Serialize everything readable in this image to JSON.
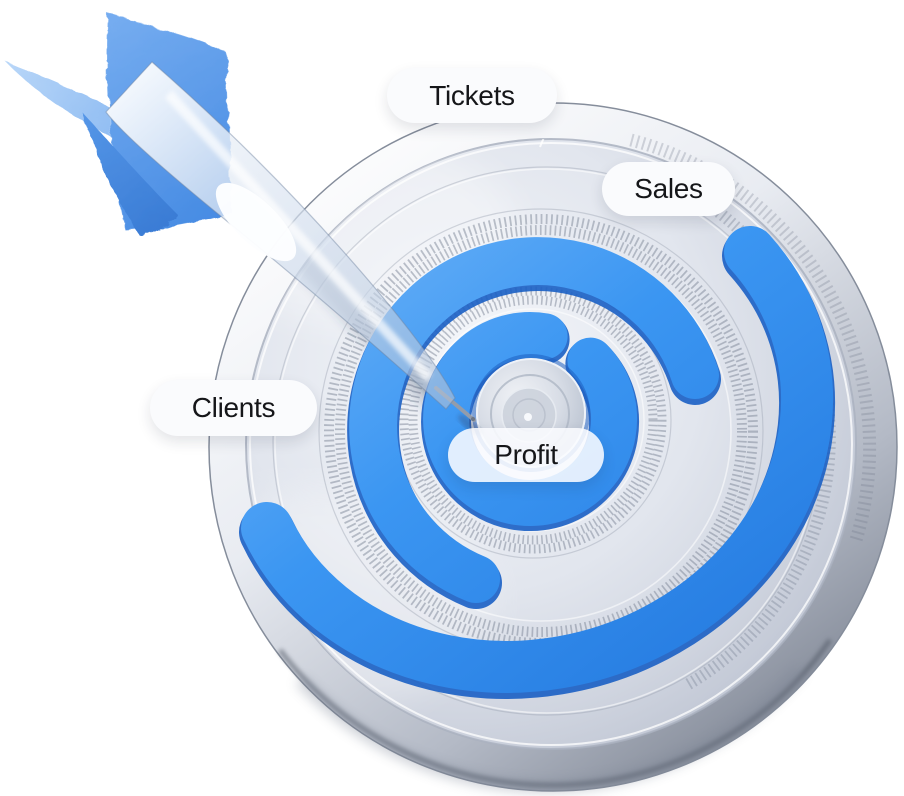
{
  "illustration": {
    "type": "3d-dartboard-target-with-dart",
    "labels": {
      "tickets": "Tickets",
      "sales": "Sales",
      "clients": "Clients",
      "profit": "Profit"
    }
  },
  "colors": {
    "accent_blue": "#3b96f2",
    "accent_blue_deep": "#2073dc",
    "accent_blue_edge": "#1a5fc4",
    "dart_fin_blue": "#5b9fe9",
    "silver_face": "#d5dae4",
    "silver_light": "#f3f5f8",
    "rim_shadow": "#6e7584",
    "label_bg": "#fafbfd",
    "label_text": "#151619"
  }
}
